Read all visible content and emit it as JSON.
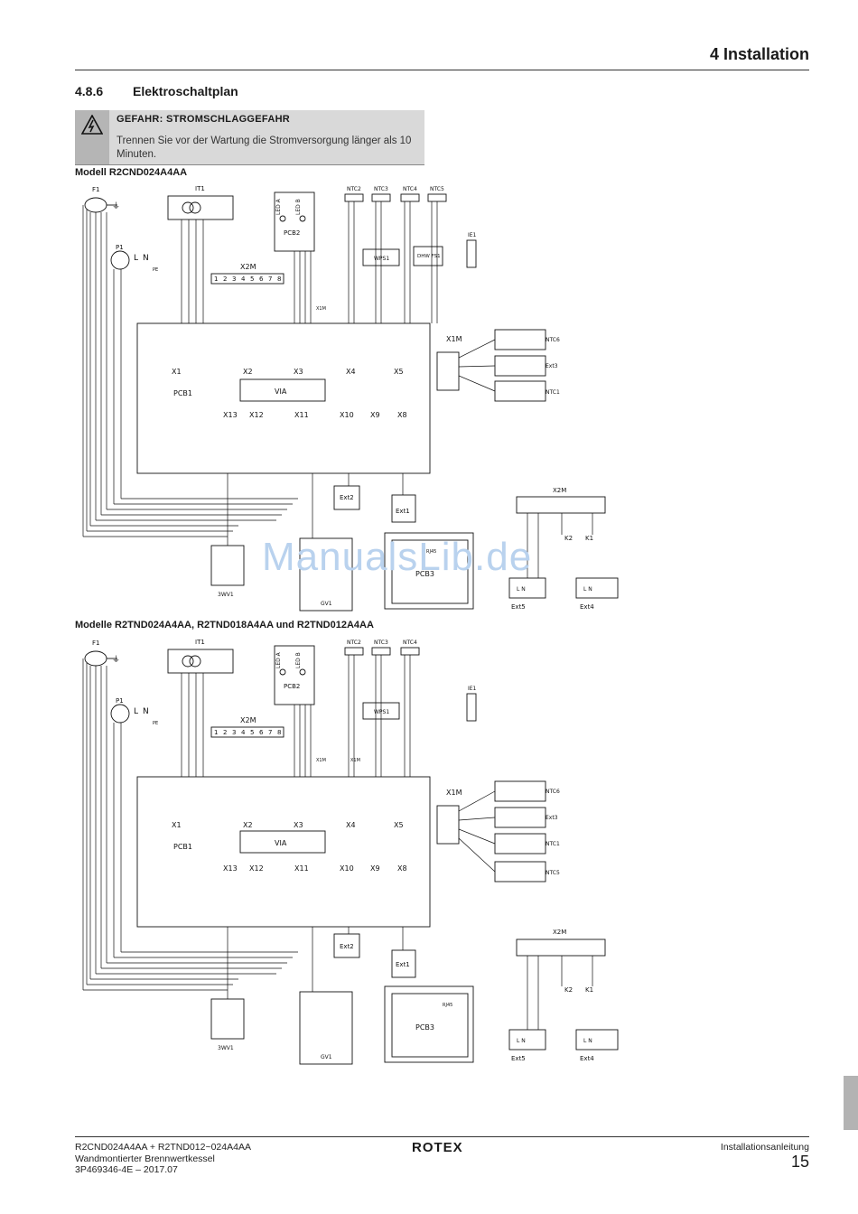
{
  "header": {
    "chapter_title": "4 Installation",
    "section_number": "4.8.6",
    "section_title": "Elektroschaltplan"
  },
  "warning": {
    "icon": "high-voltage-warning-icon",
    "title": "GEFAHR: STROMSCHLAGGEFAHR",
    "text": "Trennen Sie vor der Wartung die Stromversorgung länger als 10 Minuten."
  },
  "diagrams": [
    {
      "caption": "Modell R2CND024A4AA",
      "labels": {
        "f1": "F1",
        "it1": "IT1",
        "p1": "P1",
        "l": "L",
        "n": "N",
        "pe": "PE",
        "led_a": "LED A",
        "led_b": "LED B",
        "pcb2": "PCB2",
        "ntc2": "NTC2",
        "ntc3": "NTC3",
        "ntc4": "NTC4",
        "ntc5": "NTC5",
        "ie1": "IE1",
        "wps1": "WPS1",
        "dhw_fs1": "DHW FS1",
        "x2m": "X2M",
        "x2m_terminals": [
          "1",
          "2",
          "3",
          "4",
          "5",
          "6",
          "7",
          "8"
        ],
        "x1m_small": "X1M",
        "pcb1": "PCB1",
        "via": "VIA",
        "connectors_top": [
          "X1",
          "X2",
          "X3",
          "X4",
          "X5"
        ],
        "connectors_bottom": [
          "X13",
          "X12",
          "X11",
          "X10",
          "X9",
          "X8"
        ],
        "x1m": "X1M",
        "ntc6": "NTC6",
        "ext3": "Ext3",
        "ntc1": "NTC1",
        "ext2": "Ext2",
        "ext1": "Ext1",
        "pcb3": "PCB3",
        "rj45": "RJ45",
        "pwm_3wv1": "3WV1",
        "gv1": "GV1",
        "x2m_right": "X2M",
        "k2": "K2",
        "k1": "K1",
        "ext5": "Ext5",
        "ext4": "Ext4",
        "ln": "L N"
      }
    },
    {
      "caption": "Modelle R2TND024A4AA, R2TND018A4AA und R2TND012A4AA",
      "labels": {
        "f1": "F1",
        "it1": "IT1",
        "p1": "P1",
        "l": "L",
        "n": "N",
        "pe": "PE",
        "led_a": "LED A",
        "led_b": "LED B",
        "pcb2": "PCB2",
        "ntc2": "NTC2",
        "ntc3": "NTC3",
        "ntc4": "NTC4",
        "ie1": "IE1",
        "wps1": "WPS1",
        "x2m": "X2M",
        "x2m_terminals": [
          "1",
          "2",
          "3",
          "4",
          "5",
          "6",
          "7",
          "8"
        ],
        "x1m_small_a": "X1M",
        "x1m_small_b": "X1M",
        "pcb1": "PCB1",
        "via": "VIA",
        "connectors_top": [
          "X1",
          "X2",
          "X3",
          "X4",
          "X5"
        ],
        "connectors_bottom": [
          "X13",
          "X12",
          "X11",
          "X10",
          "X9",
          "X8"
        ],
        "x1m": "X1M",
        "ntc6": "NTC6",
        "ext3": "Ext3",
        "ntc1": "NTC1",
        "ntc5": "NTC5",
        "ext2": "Ext2",
        "ext1": "Ext1",
        "pcb3": "PCB3",
        "rj45": "RJ45",
        "pwm_3wv1": "3WV1",
        "gv1": "GV1",
        "x2m_right": "X2M",
        "k2": "K2",
        "k1": "K1",
        "ext5": "Ext5",
        "ext4": "Ext4",
        "ln": "L N"
      }
    }
  ],
  "watermark": "ManualsLib.de",
  "footer": {
    "model_line": "R2CND024A4AA + R2TND012~024A4AA",
    "product_line": "Wandmontierter Brennwertkessel",
    "doc_line": "3P469346-4E – 2017.07",
    "brand": "ROTEX",
    "doc_type": "Installationsanleitung",
    "page_number": "15"
  }
}
